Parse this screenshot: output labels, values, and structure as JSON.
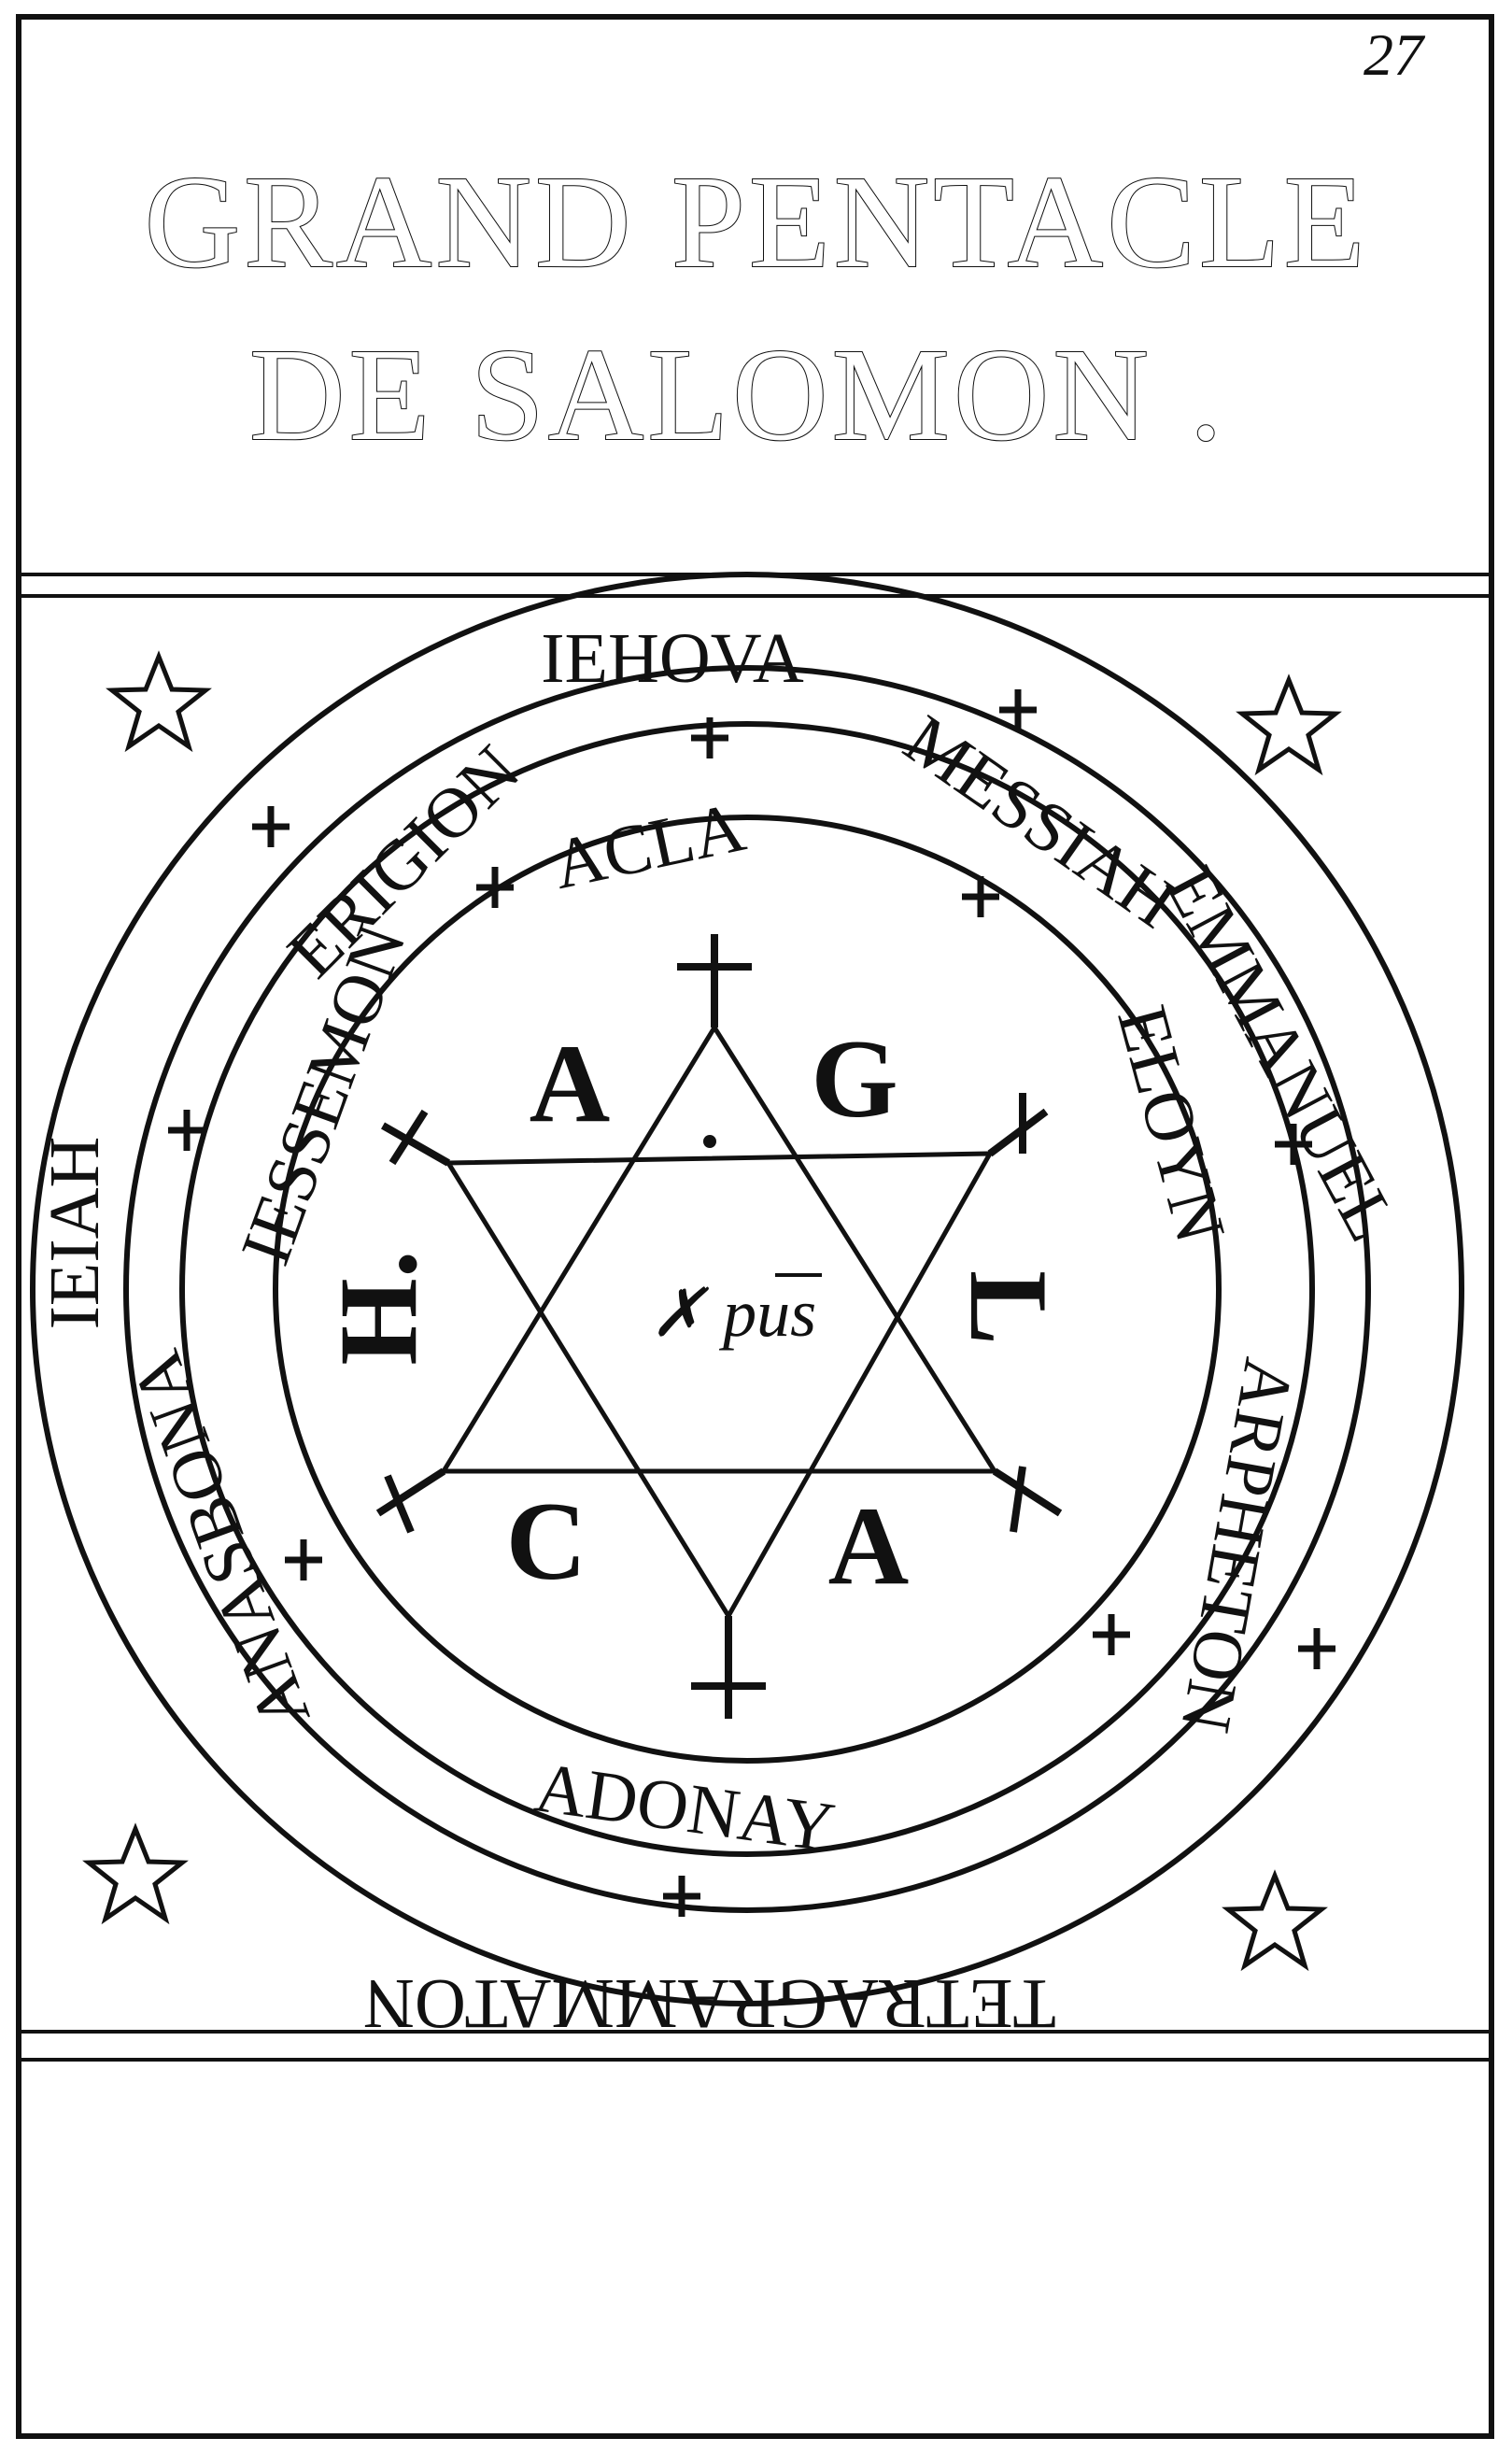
{
  "page": {
    "number": "27",
    "title_line1": "GRAND PENTACLE",
    "title_line2": "DE SALOMON ."
  },
  "pentacle": {
    "outer_ring": {
      "top": "IEHOVA",
      "upper_right": "EMMANUEL",
      "left": "IEIAH",
      "bottom": "TETRAGRAMMATON",
      "lower_left": "ANASBONA",
      "lower_right": "ARPHETON"
    },
    "inner_ring": {
      "upper_left": "ERIGION",
      "upper_right": "MESSIAH",
      "left": "IESSEMON",
      "top": "ACLA",
      "right": "ELOYN",
      "bottom": "ADONAY"
    },
    "star_letters": {
      "upper_left": "A",
      "upper_right": "G",
      "right": "L",
      "lower_right": "A",
      "lower_left": "C",
      "left": "H."
    },
    "center": "✗ pus"
  },
  "colors": {
    "ink": "#111111",
    "paper": "#ffffff"
  }
}
